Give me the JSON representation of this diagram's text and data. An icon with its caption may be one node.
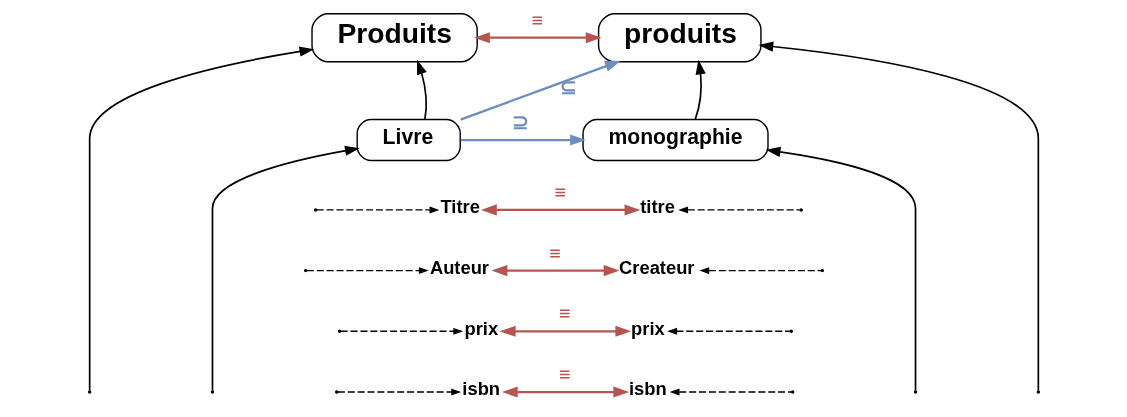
{
  "diagram": {
    "nodes": [
      {
        "text": [
          "Produits"
        ]
      },
      {
        "text": [
          "produits"
        ]
      },
      {
        "text": [
          "Livre"
        ]
      },
      {
        "text": [
          "monographie"
        ]
      },
      {
        "text": [
          "Titre"
        ]
      },
      {
        "text": [
          "Auteur"
        ]
      },
      {
        "text": [
          "prix"
        ]
      },
      {
        "text": [
          "isbn"
        ]
      },
      {
        "text": [
          "titre"
        ]
      },
      {
        "text": [
          "Createur"
        ]
      },
      {
        "text": [
          "prix"
        ]
      },
      {
        "text": [
          "isbn"
        ]
      }
    ],
    "edges": [
      {
        "from": 0,
        "to": 1,
        "arrow": "both",
        "label": "≡",
        "color": "#b85450"
      },
      {
        "from": 2,
        "to": 1,
        "arrow": "to",
        "label": "⊆",
        "color": "#6c8ebf"
      },
      {
        "from": 2,
        "to": 3,
        "arrow": "to",
        "label": "⊇",
        "color": "#6c8ebf"
      },
      {
        "from": null,
        "to": 0,
        "arrow": "to"
      },
      {
        "from": 2,
        "to": 0,
        "arrow": "to"
      },
      {
        "from": null,
        "to": 1,
        "arrow": "to"
      },
      {
        "from": 3,
        "to": 1,
        "arrow": "to"
      },
      {
        "from": null,
        "to": 2,
        "arrow": "to"
      },
      {
        "from": null,
        "to": 3,
        "arrow": "to"
      },
      {
        "from": null,
        "to": 4,
        "arrow": "to",
        "style": "dashed"
      },
      {
        "from": null,
        "to": 5,
        "arrow": "to",
        "style": "dashed"
      },
      {
        "from": null,
        "to": 6,
        "arrow": "to",
        "style": "dashed"
      },
      {
        "from": null,
        "to": 7,
        "arrow": "to",
        "style": "dashed"
      },
      {
        "from": null,
        "to": 8,
        "arrow": "to",
        "style": "dashed"
      },
      {
        "from": null,
        "to": 9,
        "arrow": "to",
        "style": "dashed"
      },
      {
        "from": null,
        "to": 10,
        "arrow": "to",
        "style": "dashed"
      },
      {
        "from": null,
        "to": 11,
        "arrow": "to",
        "style": "dashed"
      },
      {
        "from": 4,
        "to": 8,
        "arrow": "both",
        "label": "≡",
        "color": "#b85450"
      },
      {
        "from": 5,
        "to": 9,
        "arrow": "both",
        "label": "≡",
        "color": "#b85450"
      },
      {
        "from": 6,
        "to": 10,
        "arrow": "both",
        "label": "≡",
        "color": "#b85450"
      },
      {
        "from": 7,
        "to": 11,
        "arrow": "both",
        "label": "≡",
        "color": "#b85450"
      }
    ]
  }
}
